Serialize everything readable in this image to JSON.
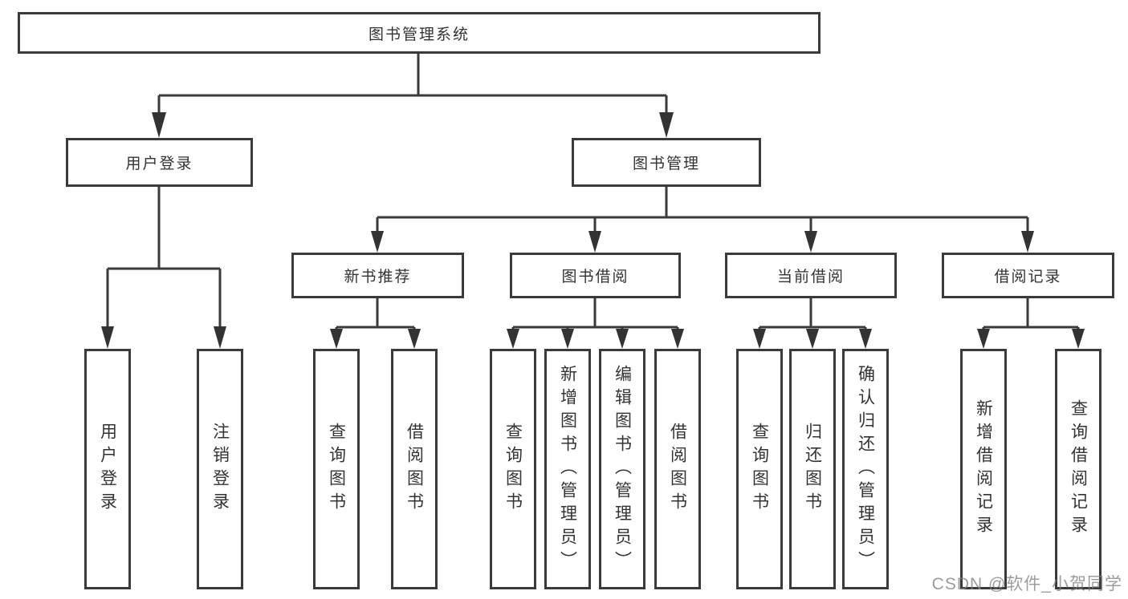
{
  "diagram": {
    "root": {
      "label": "图书管理系统",
      "children": [
        {
          "label": "用户登录",
          "children": [
            {
              "label": "用户登录"
            },
            {
              "label": "注销登录"
            }
          ]
        },
        {
          "label": "图书管理",
          "children": [
            {
              "label": "新书推荐",
              "children": [
                {
                  "label": "查询图书"
                },
                {
                  "label": "借阅图书"
                }
              ]
            },
            {
              "label": "图书借阅",
              "children": [
                {
                  "label": "查询图书"
                },
                {
                  "label": "新增图书（管理员）"
                },
                {
                  "label": "编辑图书（管理员）"
                },
                {
                  "label": "借阅图书"
                }
              ]
            },
            {
              "label": "当前借阅",
              "children": [
                {
                  "label": "查询图书"
                },
                {
                  "label": "归还图书"
                },
                {
                  "label": "确认归还（管理员）"
                }
              ]
            },
            {
              "label": "借阅记录",
              "children": [
                {
                  "label": "新增借阅记录"
                },
                {
                  "label": "查询借阅记录"
                }
              ]
            }
          ]
        }
      ]
    }
  },
  "watermark": {
    "text": "CSDN @软件_小贺同学"
  },
  "colors": {
    "line": "#3a3a3a",
    "arrow_fill": "#333333",
    "text": "#333333",
    "box_fill": "#ffffff",
    "background": "#ffffff",
    "watermark": "#808080"
  }
}
